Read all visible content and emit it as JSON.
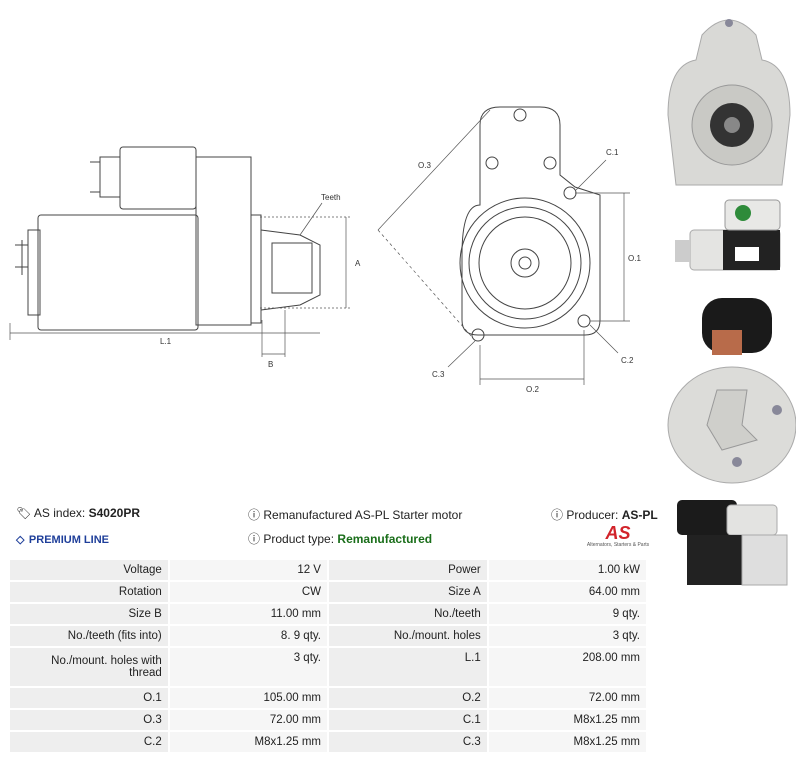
{
  "drawing_labels": {
    "teeth": "Teeth",
    "a": "A",
    "b": "B",
    "l1": "L.1",
    "o1": "O.1",
    "o2": "O.2",
    "o3": "O.3",
    "c1": "C.1",
    "c2": "C.2",
    "c3": "C.3"
  },
  "info": {
    "as_index_label": "AS index:",
    "as_index_value": "S4020PR",
    "premium_line": "PREMIUM LINE",
    "description": "Remanufactured AS-PL Starter motor",
    "product_type_label": "Product type:",
    "product_type_value": "Remanufactured",
    "producer_label": "Producer:",
    "producer_value": "AS-PL",
    "logo_text": "AS",
    "logo_sub": "Alternators, Starters & Parts"
  },
  "specs": [
    [
      "Voltage",
      "12 V",
      "Power",
      "1.00 kW"
    ],
    [
      "Rotation",
      "CW",
      "Size A",
      "64.00 mm"
    ],
    [
      "Size B",
      "11.00 mm",
      "No./teeth",
      "9 qty."
    ],
    [
      "No./teeth (fits into)",
      "8. 9 qty.",
      "No./mount. holes",
      "3 qty."
    ],
    [
      "No./mount. holes with thread",
      "3 qty.",
      "L.1",
      "208.00 mm"
    ],
    [
      "O.1",
      "105.00 mm",
      "O.2",
      "72.00 mm"
    ],
    [
      "O.3",
      "72.00 mm",
      "C.1",
      "M8x1.25 mm"
    ],
    [
      "C.2",
      "M8x1.25 mm",
      "C.3",
      "M8x1.25 mm"
    ]
  ],
  "colors": {
    "accent_blue": "#1f3f9a",
    "accent_green": "#1a6e1a",
    "logo_red": "#d2232a"
  },
  "icons": [
    "tag-icon",
    "info-icon",
    "diamond-icon"
  ]
}
